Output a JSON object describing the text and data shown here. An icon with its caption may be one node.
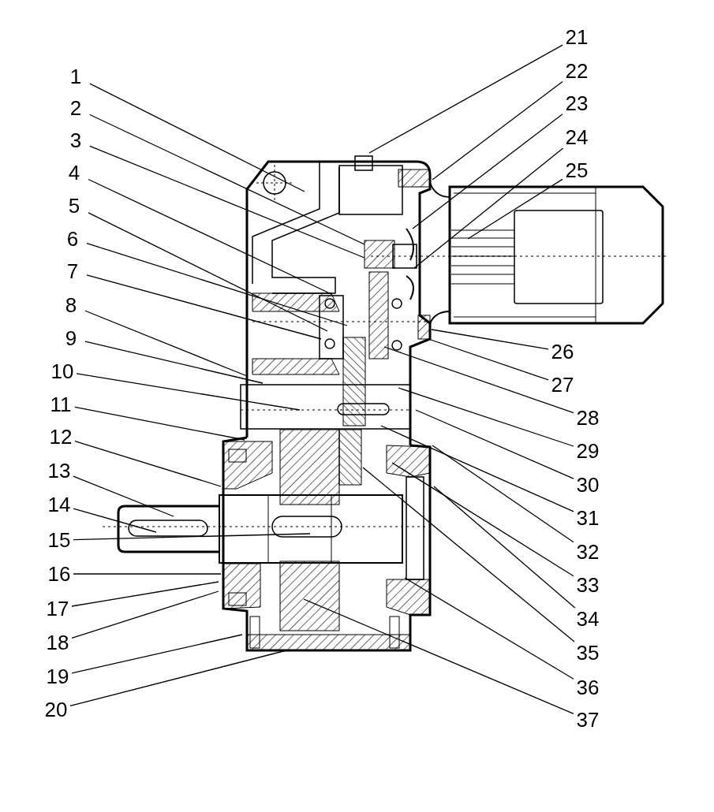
{
  "diagram": {
    "nodes": [
      {
        "text": [
          "1"
        ]
      },
      {
        "text": [
          "2"
        ]
      },
      {
        "text": [
          "3"
        ]
      },
      {
        "text": [
          "4"
        ]
      },
      {
        "text": [
          "5"
        ]
      },
      {
        "text": [
          "6"
        ]
      },
      {
        "text": [
          "7"
        ]
      },
      {
        "text": [
          "8"
        ]
      },
      {
        "text": [
          "9"
        ]
      },
      {
        "text": [
          "10"
        ]
      },
      {
        "text": [
          "11"
        ]
      },
      {
        "text": [
          "12"
        ]
      },
      {
        "text": [
          "13"
        ]
      },
      {
        "text": [
          "14"
        ]
      },
      {
        "text": [
          "15"
        ]
      },
      {
        "text": [
          "16"
        ]
      },
      {
        "text": [
          "17"
        ]
      },
      {
        "text": [
          "18"
        ]
      },
      {
        "text": [
          "19"
        ]
      },
      {
        "text": [
          "20"
        ]
      },
      {
        "text": [
          "21"
        ]
      },
      {
        "text": [
          "22"
        ]
      },
      {
        "text": [
          "23"
        ]
      },
      {
        "text": [
          "24"
        ]
      },
      {
        "text": [
          "25"
        ]
      },
      {
        "text": [
          "26"
        ]
      },
      {
        "text": [
          "27"
        ]
      },
      {
        "text": [
          "28"
        ]
      },
      {
        "text": [
          "29"
        ]
      },
      {
        "text": [
          "30"
        ]
      },
      {
        "text": [
          "31"
        ]
      },
      {
        "text": [
          "32"
        ]
      },
      {
        "text": [
          "33"
        ]
      },
      {
        "text": [
          "34"
        ]
      },
      {
        "text": [
          "35"
        ]
      },
      {
        "text": [
          "36"
        ]
      },
      {
        "text": [
          "37"
        ]
      }
    ],
    "edges": [
      {
        "from": 0,
        "to": null,
        "arrow": "none"
      },
      {
        "from": 1,
        "to": null,
        "arrow": "none"
      },
      {
        "from": 2,
        "to": null,
        "arrow": "none"
      },
      {
        "from": 3,
        "to": null,
        "arrow": "none"
      },
      {
        "from": 4,
        "to": null,
        "arrow": "none"
      },
      {
        "from": 5,
        "to": null,
        "arrow": "none"
      },
      {
        "from": 6,
        "to": null,
        "arrow": "none"
      },
      {
        "from": 7,
        "to": null,
        "arrow": "none"
      },
      {
        "from": 8,
        "to": null,
        "arrow": "none"
      },
      {
        "from": 9,
        "to": null,
        "arrow": "none"
      },
      {
        "from": 10,
        "to": null,
        "arrow": "none"
      },
      {
        "from": 11,
        "to": null,
        "arrow": "none"
      },
      {
        "from": 12,
        "to": null,
        "arrow": "none"
      },
      {
        "from": 13,
        "to": null,
        "arrow": "none"
      },
      {
        "from": 14,
        "to": null,
        "arrow": "none"
      },
      {
        "from": 15,
        "to": null,
        "arrow": "none"
      },
      {
        "from": 16,
        "to": null,
        "arrow": "none"
      },
      {
        "from": 17,
        "to": null,
        "arrow": "none"
      },
      {
        "from": 18,
        "to": null,
        "arrow": "none"
      },
      {
        "from": 19,
        "to": null,
        "arrow": "none"
      },
      {
        "from": 20,
        "to": null,
        "arrow": "none"
      },
      {
        "from": 21,
        "to": null,
        "arrow": "none"
      },
      {
        "from": 22,
        "to": null,
        "arrow": "none"
      },
      {
        "from": 23,
        "to": null,
        "arrow": "none"
      },
      {
        "from": 24,
        "to": null,
        "arrow": "none"
      },
      {
        "from": 25,
        "to": null,
        "arrow": "none"
      },
      {
        "from": 26,
        "to": null,
        "arrow": "none"
      },
      {
        "from": 27,
        "to": null,
        "arrow": "none"
      },
      {
        "from": 28,
        "to": null,
        "arrow": "none"
      },
      {
        "from": 29,
        "to": null,
        "arrow": "none"
      },
      {
        "from": 30,
        "to": null,
        "arrow": "none"
      },
      {
        "from": 31,
        "to": null,
        "arrow": "none"
      },
      {
        "from": 32,
        "to": null,
        "arrow": "none"
      },
      {
        "from": 33,
        "to": null,
        "arrow": "none"
      },
      {
        "from": 34,
        "to": null,
        "arrow": "none"
      },
      {
        "from": 35,
        "to": null,
        "arrow": "none"
      },
      {
        "from": 36,
        "to": null,
        "arrow": "none"
      }
    ]
  }
}
